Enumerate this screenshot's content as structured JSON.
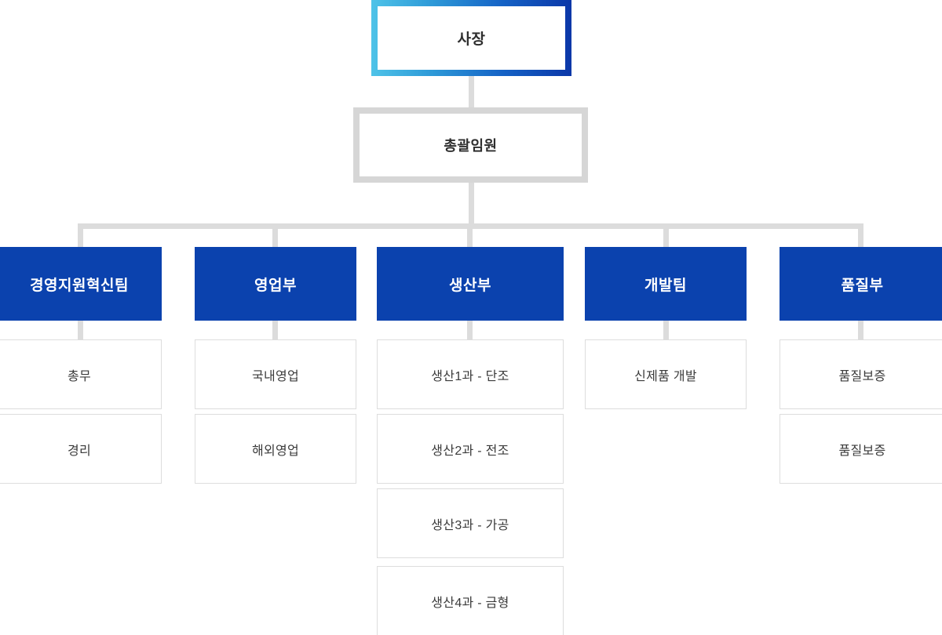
{
  "colors": {
    "dept_blue": "#0b42ae",
    "connector_gray": "#dcdcdc",
    "exec_border_gray": "#d6d6d6",
    "sub_border_gray": "#dddddd",
    "ceo_gradient_start": "#4ec3e8",
    "ceo_gradient_end": "#0b37a8",
    "dark_text": "#2e2e2e",
    "sub_text": "#3a3a3a",
    "white": "#ffffff"
  },
  "org": {
    "ceo": {
      "label": "사장"
    },
    "executive": {
      "label": "총괄임원"
    },
    "departments": [
      {
        "label": "경영지원혁신팀",
        "children": [
          {
            "label": "총무"
          },
          {
            "label": "경리"
          }
        ]
      },
      {
        "label": "영업부",
        "children": [
          {
            "label": "국내영업"
          },
          {
            "label": "해외영업"
          }
        ]
      },
      {
        "label": "생산부",
        "children": [
          {
            "label": "생산1과 - 단조"
          },
          {
            "label": "생산2과 - 전조"
          },
          {
            "label": "생산3과 - 가공"
          },
          {
            "label": "생산4과 - 금형"
          }
        ]
      },
      {
        "label": "개발팀",
        "children": [
          {
            "label": "신제품 개발"
          }
        ]
      },
      {
        "label": "품질부",
        "children": [
          {
            "label": "품질보증"
          },
          {
            "label": "품질보증"
          }
        ]
      }
    ]
  }
}
